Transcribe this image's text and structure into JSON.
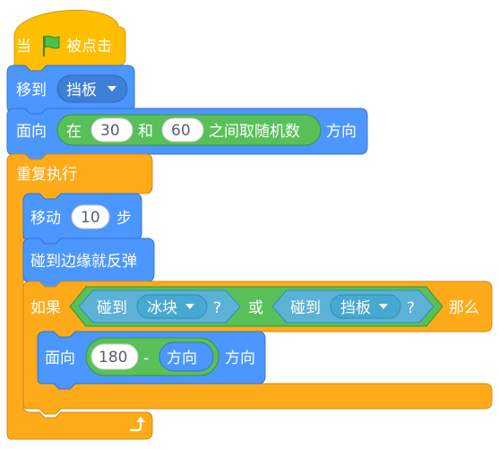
{
  "colors": {
    "events": "#ffbf00",
    "motion": "#4c97ff",
    "control": "#ffab19",
    "operators": "#59c059",
    "sensing": "#5cb1d6"
  },
  "hat_block": {
    "prefix": "当",
    "flag_icon": "green-flag-icon",
    "suffix": "被点击"
  },
  "goto_block": {
    "label": "移到",
    "target": "挡板"
  },
  "point_block": {
    "label": "面向",
    "suffix": "方向",
    "random": {
      "prefix": "在",
      "from": "30",
      "and": "和",
      "to": "60",
      "suffix": "之间取随机数"
    }
  },
  "forever_block": {
    "label": "重复执行",
    "loop_icon": "loop-arrow-icon"
  },
  "move_block": {
    "label": "移动",
    "steps": "10",
    "suffix": "步"
  },
  "bounce_block": {
    "label": "碰到边缘就反弹"
  },
  "if_block": {
    "label": "如果",
    "then": "那么",
    "or": "或",
    "left_touch": {
      "label": "碰到",
      "target": "冰块",
      "q": "?"
    },
    "right_touch": {
      "label": "碰到",
      "target": "挡板",
      "q": "?"
    }
  },
  "inner_point_block": {
    "label": "面向",
    "value": "180",
    "minus": "-",
    "reporter": "方向",
    "suffix": "方向"
  }
}
